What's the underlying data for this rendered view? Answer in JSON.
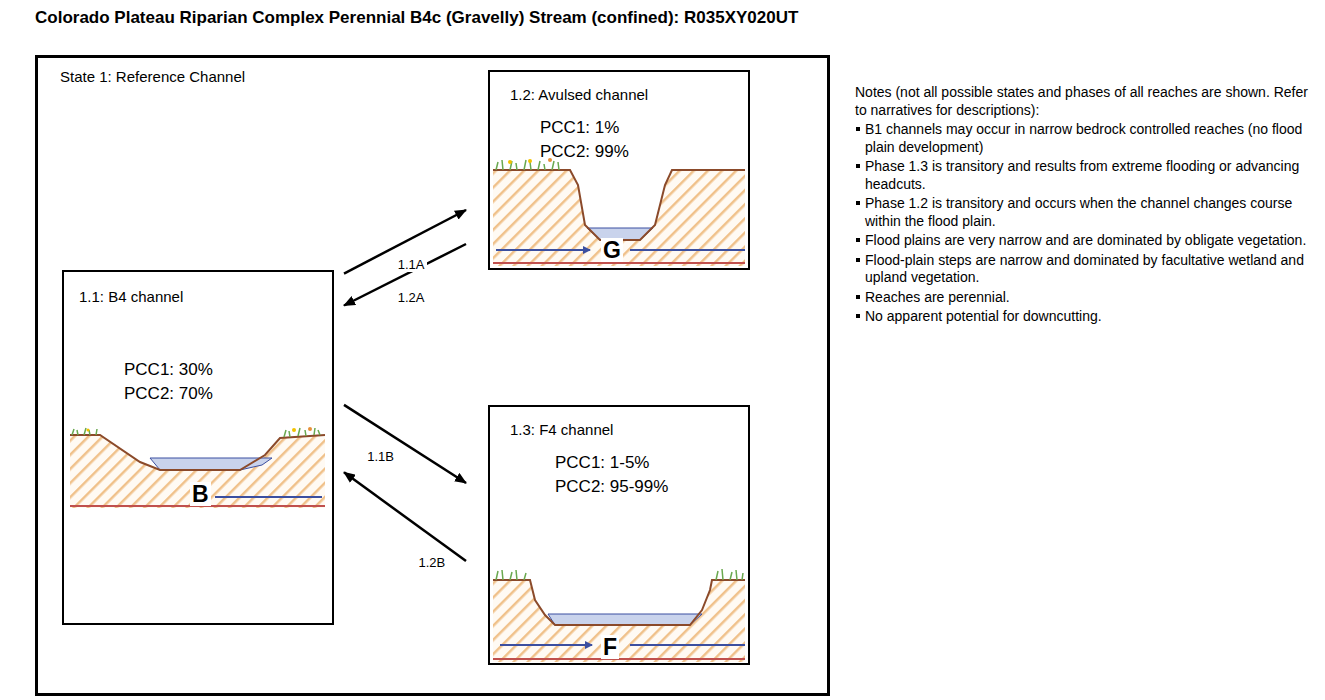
{
  "diagram": {
    "title": "Colorado Plateau Riparian Complex Perennial B4c (Gravelly) Stream (confined): R035XY020UT",
    "nodes": [
      {
        "text": [
          "State 1: Reference Channel"
        ]
      },
      {
        "text": [
          "1.1: B4 channel",
          "PCC1: 30%",
          "PCC2: 70%",
          "B"
        ],
        "in": 0
      },
      {
        "text": [
          "1.2: Avulsed channel",
          "PCC1: 1%",
          "PCC2: 99%",
          "G"
        ],
        "in": 0
      },
      {
        "text": [
          "1.3: F4 channel",
          "PCC1: 1-5%",
          "PCC2: 95-99%",
          "F"
        ],
        "in": 0
      }
    ],
    "edges": [
      {
        "from": 1,
        "to": 2,
        "label": "1.1A",
        "arrow": "to"
      },
      {
        "from": 2,
        "to": 1,
        "label": "1.2A",
        "arrow": "to"
      },
      {
        "from": 1,
        "to": 3,
        "label": "1.1B",
        "arrow": "to"
      },
      {
        "from": 3,
        "to": 1,
        "label": "1.2B",
        "arrow": "to"
      }
    ],
    "labels": [
      "Notes (not all possible states and phases of all reaches are shown.  Refer to narratives for descriptions):",
      "B1 channels may occur in narrow bedrock controlled reaches (no flood plain development)",
      "Phase 1.3 is transitory and results from extreme flooding or advancing headcuts.",
      "Phase 1.2 is transitory and occurs when the channel changes course within the flood plain.",
      "Flood plains are very narrow  and are dominated by obligate vegetation.",
      "Flood-plain steps are narrow and dominated by facultative wetland and upland vegetation.",
      "Reaches are perennial.",
      "No apparent potential for downcutting."
    ]
  }
}
